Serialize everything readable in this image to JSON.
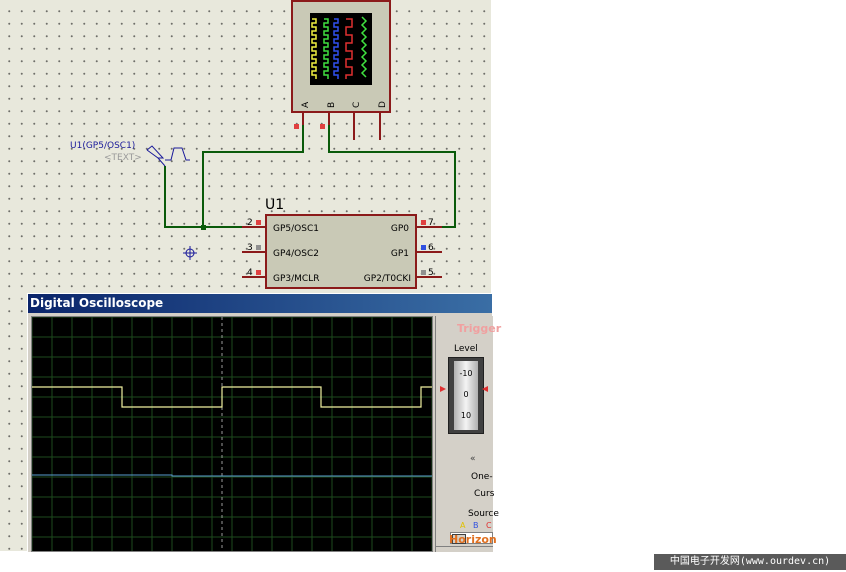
{
  "schematic": {
    "scope_pins": [
      "A",
      "B",
      "C",
      "D"
    ],
    "chip": {
      "name": "U1",
      "left_pins": [
        {
          "num": "2",
          "label": "GP5/OSC1"
        },
        {
          "num": "3",
          "label": "GP4/OSC2"
        },
        {
          "num": "4",
          "label": "GP3/MCLR"
        }
      ],
      "right_pins": [
        {
          "num": "7",
          "label": "GP0"
        },
        {
          "num": "6",
          "label": "GP1"
        },
        {
          "num": "5",
          "label": "GP2/T0CKI"
        }
      ]
    },
    "probe": {
      "label": "U1(GP5/OSC1)",
      "text_placeholder": "<TEXT>"
    }
  },
  "oscilloscope": {
    "title": "Digital Oscilloscope",
    "trigger_label": "Trigger",
    "level_label": "Level",
    "level_ticks": [
      "-10",
      "0",
      "10"
    ],
    "one_shot_label": "One-",
    "cursor_label": "Curs",
    "source_label": "Source",
    "source_channels": [
      "A",
      "B",
      "C"
    ],
    "horizontal_label": "Horizon",
    "colors": {
      "grid": "#1e4a1e",
      "channel_a": "#f0f0a0",
      "channel_b": "#5aa0d0",
      "chip_body": "#c9c9b6",
      "wire": "#0a5a0a"
    }
  },
  "watermark": "中国电子开发网(www.ourdev.cn)"
}
